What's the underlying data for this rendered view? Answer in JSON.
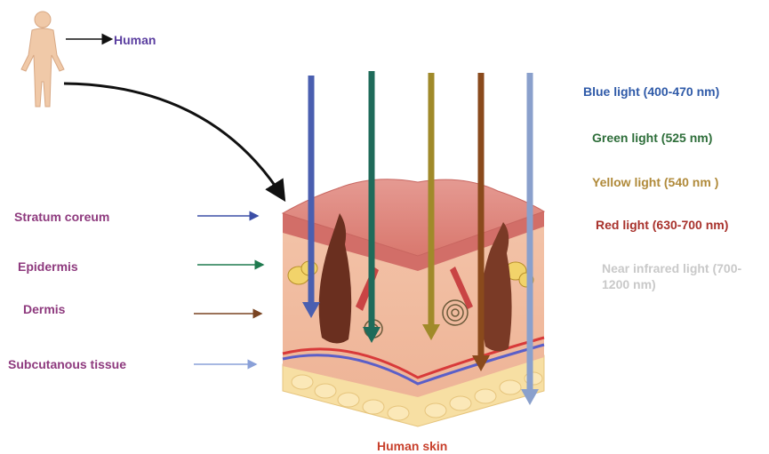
{
  "human_label": "Human",
  "skin_title": "Human skin",
  "layers": [
    {
      "label": "Stratum coreum",
      "color": "#3b4ea6"
    },
    {
      "label": "Epidermis",
      "color": "#1e7a4e"
    },
    {
      "label": "Dermis",
      "color": "#7a4422"
    },
    {
      "label": "Subcutanous tissue",
      "color": "#8aa0d8"
    }
  ],
  "lights": [
    {
      "label": "Blue light (400-470 nm)",
      "color": "#2f5aa8"
    },
    {
      "label": "Green light (525 nm)",
      "color": "#2e6e3a"
    },
    {
      "label": "Yellow light (540 nm )",
      "color": "#b08a3a"
    },
    {
      "label": "Red light (630-700 nm)",
      "color": "#a8322c"
    },
    {
      "label": "Near infrared light (700-1200 nm)",
      "color": "#c9c9c9"
    }
  ],
  "beam_colors": [
    "#4a5fb0",
    "#1f6b5a",
    "#a08a2a",
    "#8a4a1c",
    "#8aa0cc"
  ]
}
